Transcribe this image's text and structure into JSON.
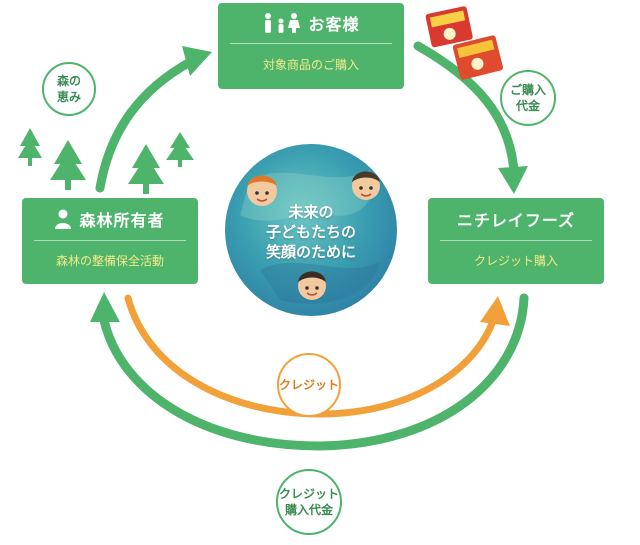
{
  "customer": {
    "title": "お客様",
    "sub": "対象商品のご購入"
  },
  "owner": {
    "title": "森林所有者",
    "sub": "森林の整備保全活動"
  },
  "nichirei": {
    "title": "ニチレイフーズ",
    "sub": "クレジット購入"
  },
  "bubbles": {
    "mori": [
      "森の",
      "恵み"
    ],
    "kounyu": [
      "ご購入",
      "代金"
    ],
    "credit": "クレジット",
    "credit_dai": [
      "クレジット",
      "購入代金"
    ]
  },
  "center": {
    "lines": [
      "未来の",
      "子どもたちの",
      "笑顔のために"
    ]
  },
  "colors": {
    "green": "#4fb46b",
    "orange": "#f2a13a",
    "yellow_text": "#f3e98a",
    "teal": "#3a9fb0"
  },
  "icons": {
    "customer": "family-icon",
    "owner": "person-icon"
  }
}
